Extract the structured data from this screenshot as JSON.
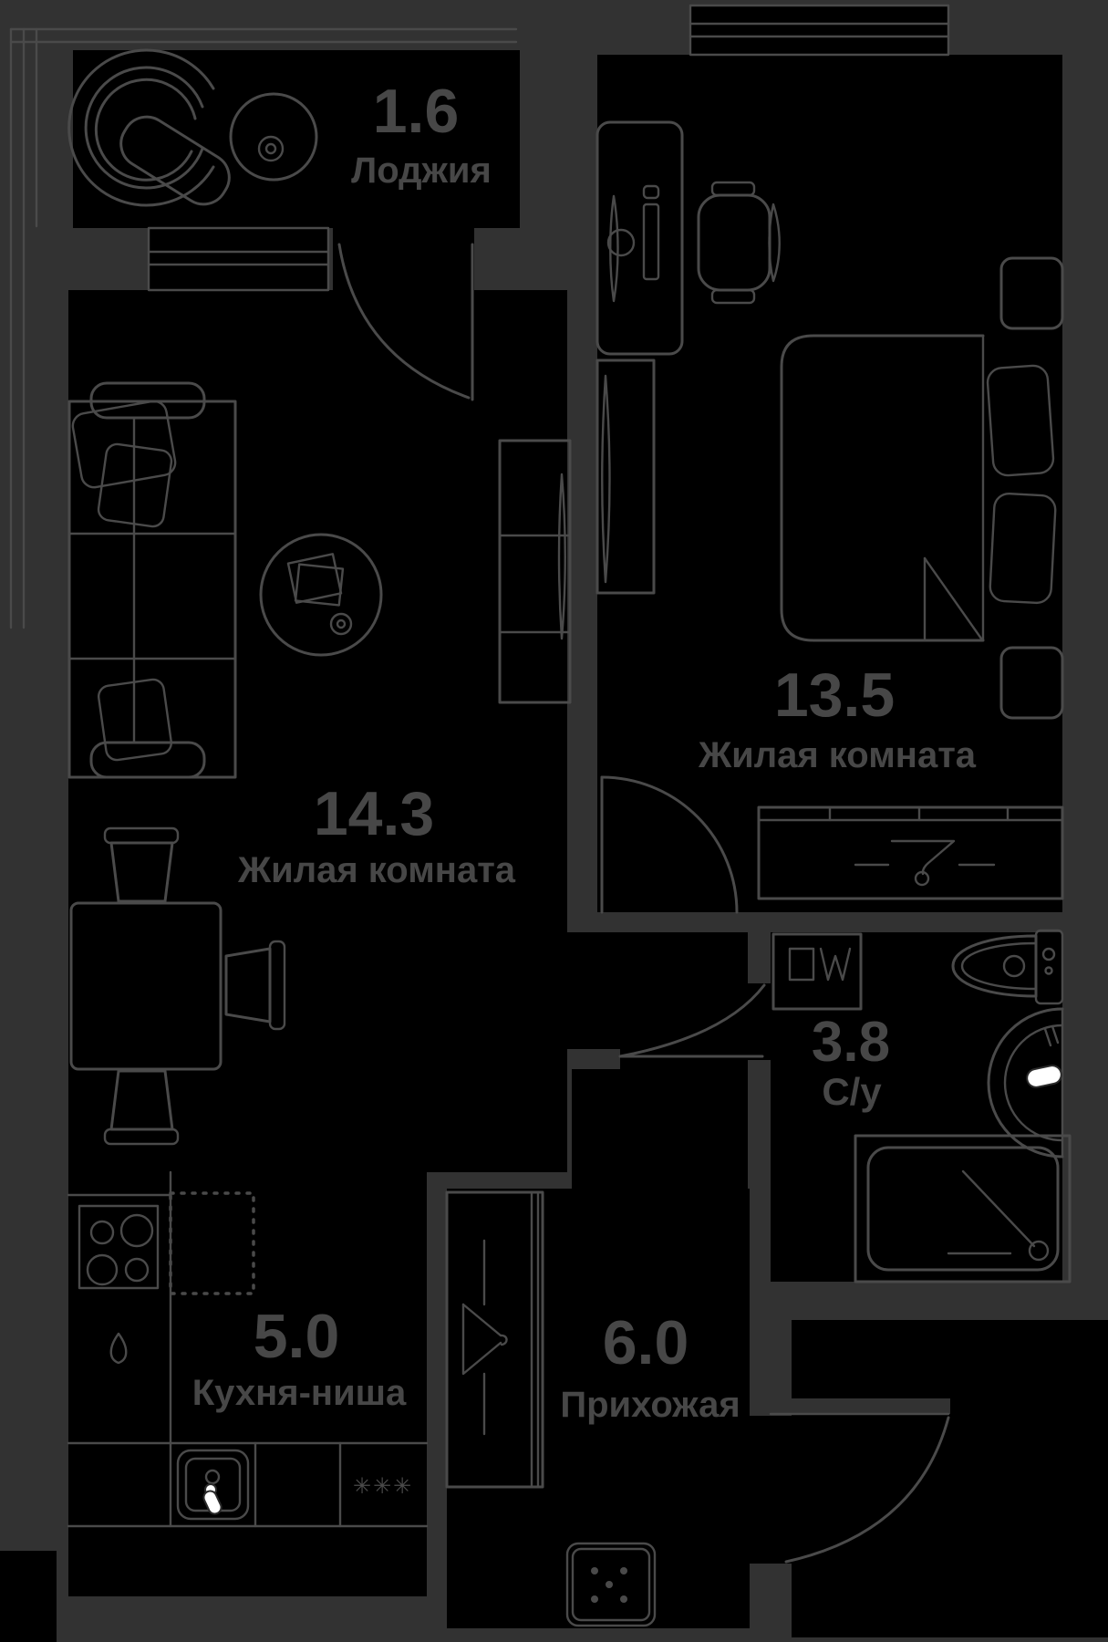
{
  "title": "Apartment floor plan",
  "colors": {
    "background": "#323232",
    "room_fill": "#000000",
    "line": "#4a4a4a",
    "text": "#474747",
    "accent_white": "#ffffff"
  },
  "rooms": {
    "loggia": {
      "area": "1.6",
      "name": "Лоджия"
    },
    "bedroom": {
      "area": "13.5",
      "name": "Жилая комната"
    },
    "living": {
      "area": "14.3",
      "name": "Жилая комната"
    },
    "kitchen": {
      "area": "5.0",
      "name": "Кухня-ниша",
      "hob_marks": "✳✳✳"
    },
    "hallway": {
      "area": "6.0",
      "name": "Прихожая"
    },
    "bathroom": {
      "area": "3.8",
      "name": "С/у"
    }
  }
}
